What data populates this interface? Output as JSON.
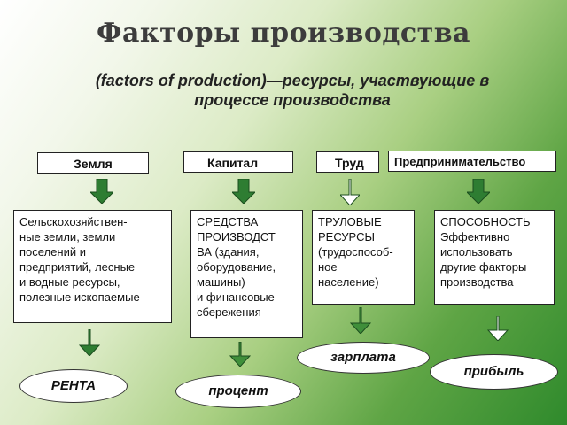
{
  "title": "Факторы производства",
  "subtitle": {
    "line1": "(factors of production)—ресурсы, участвующие в",
    "line2": "процессе производства"
  },
  "factors": [
    {
      "label": "Земля"
    },
    {
      "label": "Капитал"
    },
    {
      "label": "Труд"
    },
    {
      "label": "Предпринимательство"
    }
  ],
  "descriptions": [
    {
      "lines": [
        "Сельскохозяйствен-",
        "ные земли, земли",
        "поселений и",
        "предприятий, лесные",
        "и водные ресурсы,",
        "полезные ископаемые"
      ]
    },
    {
      "lines": [
        "СРЕДСТВА",
        "ПРОИЗВОДСТ",
        "ВА (здания,",
        "оборудование,",
        "машины)",
        "и финансовые",
        "сбережения"
      ]
    },
    {
      "lines": [
        "ТРУЛОВЫЕ",
        "РЕСУРСЫ",
        "(трудоспособ-",
        "ное",
        "население)"
      ]
    },
    {
      "lines": [
        "СПОСОБНОСТЬ",
        "Эффективно",
        "использовать",
        "другие факторы",
        "производства"
      ]
    }
  ],
  "incomes": [
    {
      "label": "РЕНТА"
    },
    {
      "label": "процент"
    },
    {
      "label": "зарплата"
    },
    {
      "label": "прибыль"
    }
  ],
  "colors": {
    "arrow_large": "#2e7d32",
    "arrow_small": "#3f8f3a",
    "box_fill": "#ffffff",
    "title_text": "#3c3c3c"
  }
}
